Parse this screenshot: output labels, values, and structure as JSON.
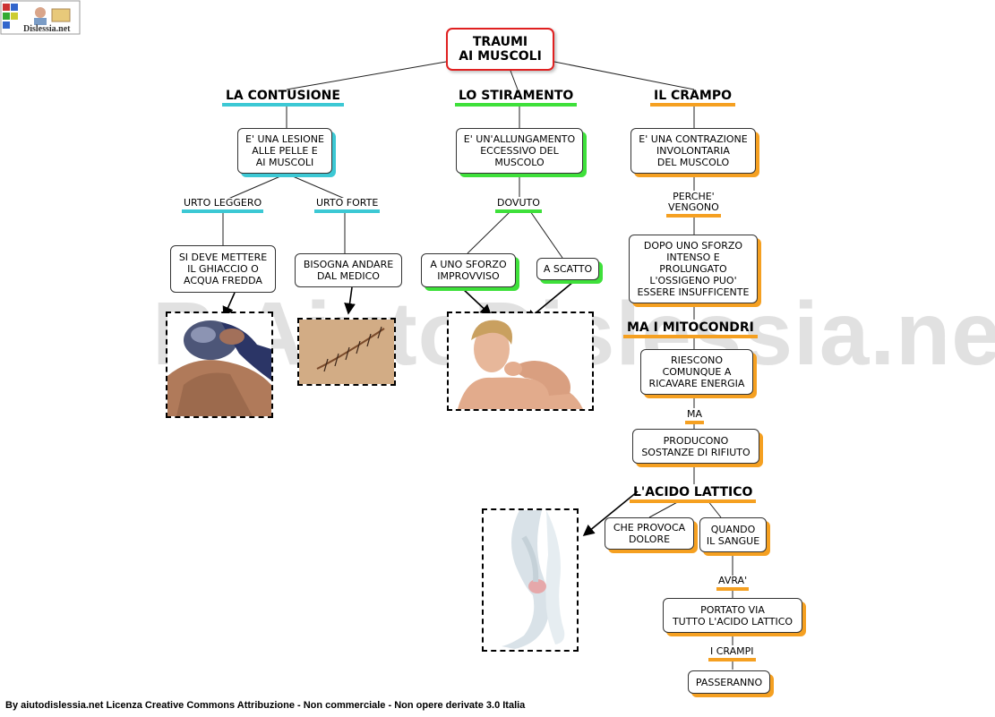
{
  "logo": {
    "text": "Dislessia.net"
  },
  "watermark": "B AiutoDislessia.net",
  "title": "TRAUMI\nAI MUSCOLI",
  "branches": {
    "contusione": {
      "heading": "LA CONTUSIONE",
      "definition": "E' UNA LESIONE\nALLE PELLE E\nAI MUSCOLI",
      "link_left": "URTO LEGGERO",
      "link_right": "URTO FORTE",
      "left_box": "SI DEVE METTERE\nIL GHIACCIO O\nACQUA FREDDA",
      "right_box": "BISOGNA ANDARE\nDAL MEDICO"
    },
    "stiramento": {
      "heading": "LO STIRAMENTO",
      "definition": "E' UN'ALLUNGAMENTO\nECCESSIVO DEL\nMUSCOLO",
      "link": "DOVUTO",
      "left_box": "A UNO SFORZO\nIMPROVVISO",
      "right_box": "A SCATTO"
    },
    "crampo": {
      "heading": "IL CRAMPO",
      "definition": "E' UNA CONTRAZIONE\nINVOLONTARIA\nDEL MUSCOLO",
      "link_why": "PERCHE'\nVENGONO",
      "cause_box": "DOPO UNO SFORZO\nINTENSO E\nPROLUNGATO\nL'OSSIGENO PUO'\nESSERE INSUFFICENTE",
      "mito_heading": "MA I MITOCONDRI",
      "mito_box": "RIESCONO\nCOMUNQUE A\nRICAVARE ENERGIA",
      "link_ma": "MA",
      "waste_box": "PRODUCONO\nSOSTANZE DI RIFIUTO",
      "acid_heading": "L'ACIDO LATTICO",
      "pain_box": "CHE PROVOCA\nDOLORE",
      "blood_box": "QUANDO\nIL SANGUE",
      "link_avra": "AVRA'",
      "carry_box": "PORTATO VIA\nTUTTO L'ACIDO LATTICO",
      "link_crampi": "I CRAMPI",
      "end_box": "PASSERANNO"
    }
  },
  "footer": "By aiutodislessia.net Licenza Creative Commons Attribuzione - Non commerciale - Non opere derivate 3.0 Italia",
  "colors": {
    "contusione": "#3cc8d4",
    "stiramento": "#3ee03a",
    "crampo": "#f5a021",
    "title_border": "#e02020"
  }
}
